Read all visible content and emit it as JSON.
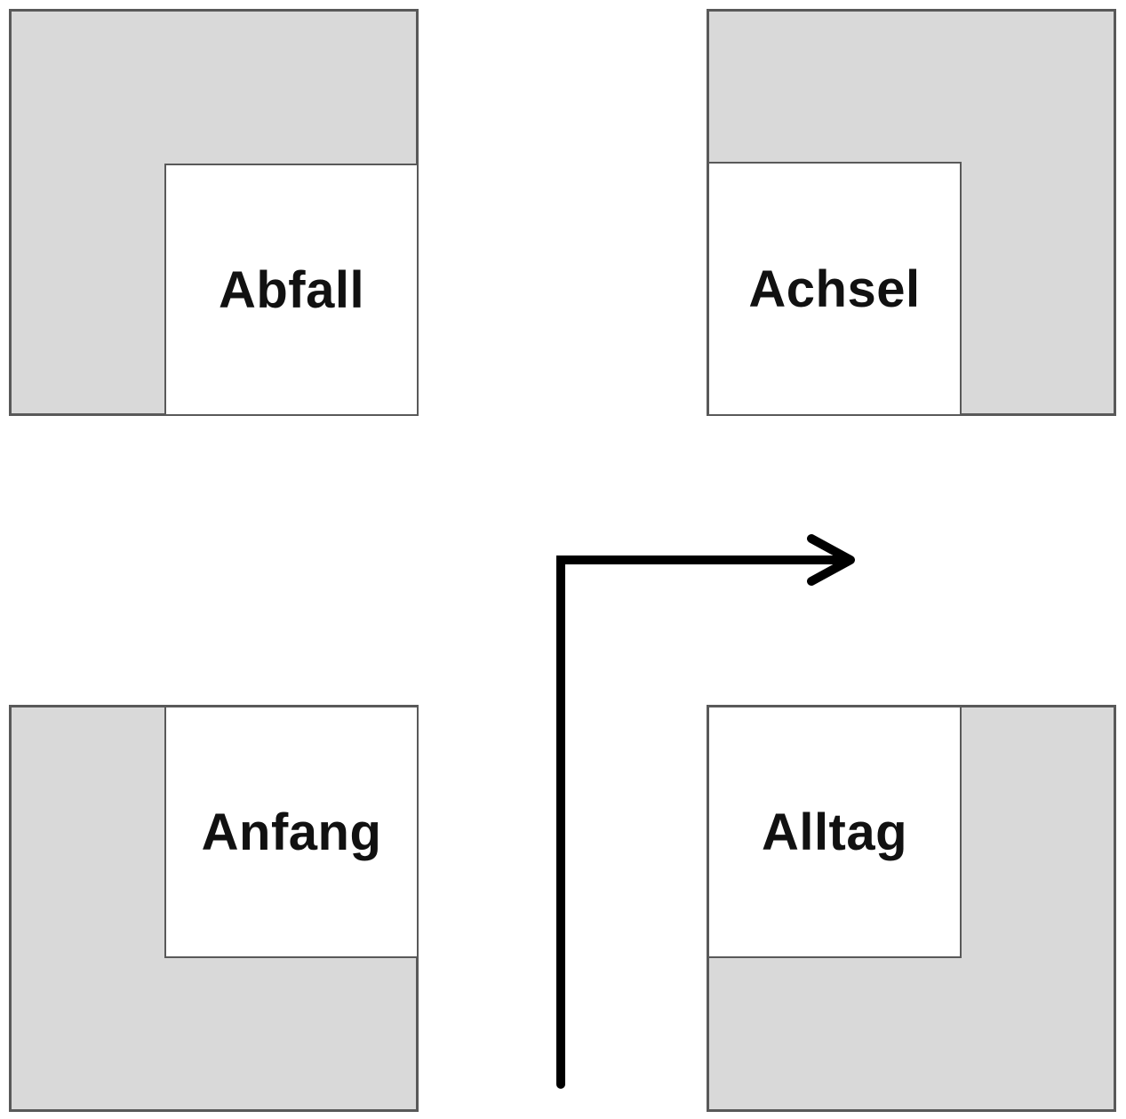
{
  "words": {
    "top_left": "Abfall",
    "top_right": "Achsel",
    "bottom_left": "Anfang",
    "bottom_right": "Alltag"
  },
  "colors": {
    "block_fill": "#d9d9d9",
    "block_border": "#595959",
    "inner_fill": "#ffffff",
    "arrow": "#000000",
    "text": "#111111"
  },
  "arrow": {
    "shape": "up-then-right",
    "icon": "arrow-right-icon"
  }
}
